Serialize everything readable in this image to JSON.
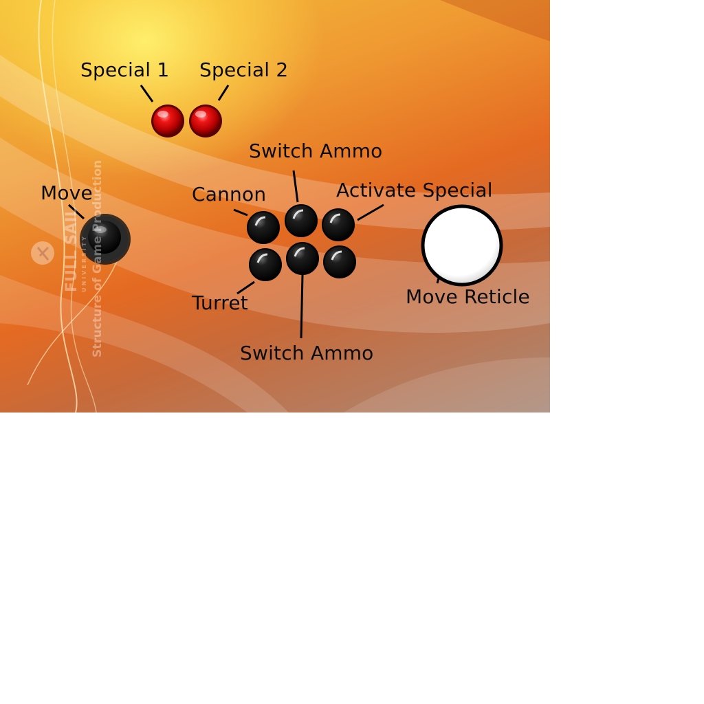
{
  "labels": {
    "special_1": "Special 1",
    "special_2": "Special 2",
    "switch_ammo_top": "Switch Ammo",
    "cannon": "Cannon",
    "activate_special": "Activate Special",
    "move": "Move",
    "turret": "Turret",
    "switch_ammo_bottom": "Switch Ammo",
    "move_reticle": "Move Reticle"
  },
  "watermark": {
    "brand": "FULL SAIL",
    "university": "UNIVERSITY",
    "subtitle": "Structure of Game Production"
  },
  "colors": {
    "special_buttons": "#d40000",
    "action_buttons": "#111111",
    "trackball": "#ffffff"
  }
}
